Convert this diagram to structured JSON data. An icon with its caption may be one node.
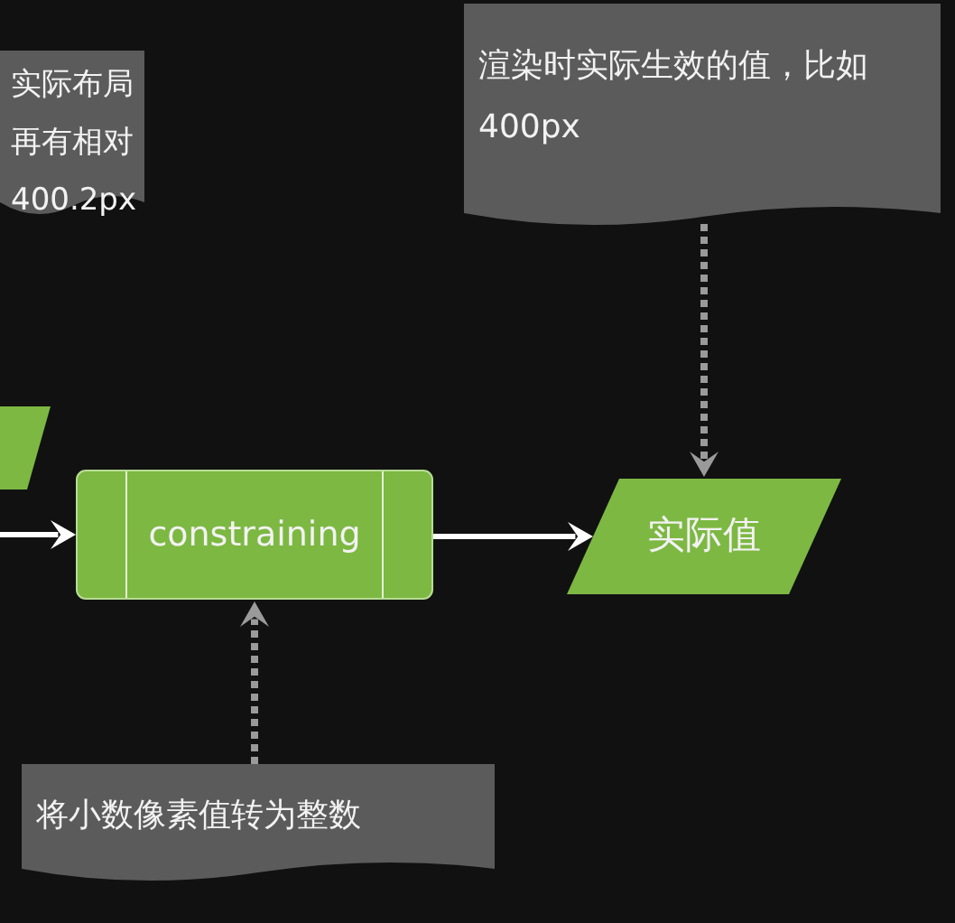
{
  "diagram": {
    "nodes": [
      {
        "text": [
          "实际布局再有相对400.2px"
        ]
      },
      {
        "text": [],
        "shape": "parallelogram"
      },
      {
        "text": [
          "constraining"
        ]
      },
      {
        "text": [
          "实际值"
        ]
      },
      {
        "text": [
          "渲染时实际生效的值，比如400px"
        ]
      },
      {
        "text": [
          "将小数像素值转为整数"
        ]
      }
    ],
    "edges": [
      {
        "from": null,
        "to": 2,
        "arrow": "to"
      },
      {
        "from": 2,
        "to": 3,
        "arrow": "to"
      },
      {
        "from": 4,
        "to": 3,
        "arrow": "to",
        "style": "dashed",
        "color": "#9a9a9a"
      },
      {
        "from": 5,
        "to": 2,
        "arrow": "to",
        "style": "dashed",
        "color": "#9a9a9a"
      }
    ]
  }
}
